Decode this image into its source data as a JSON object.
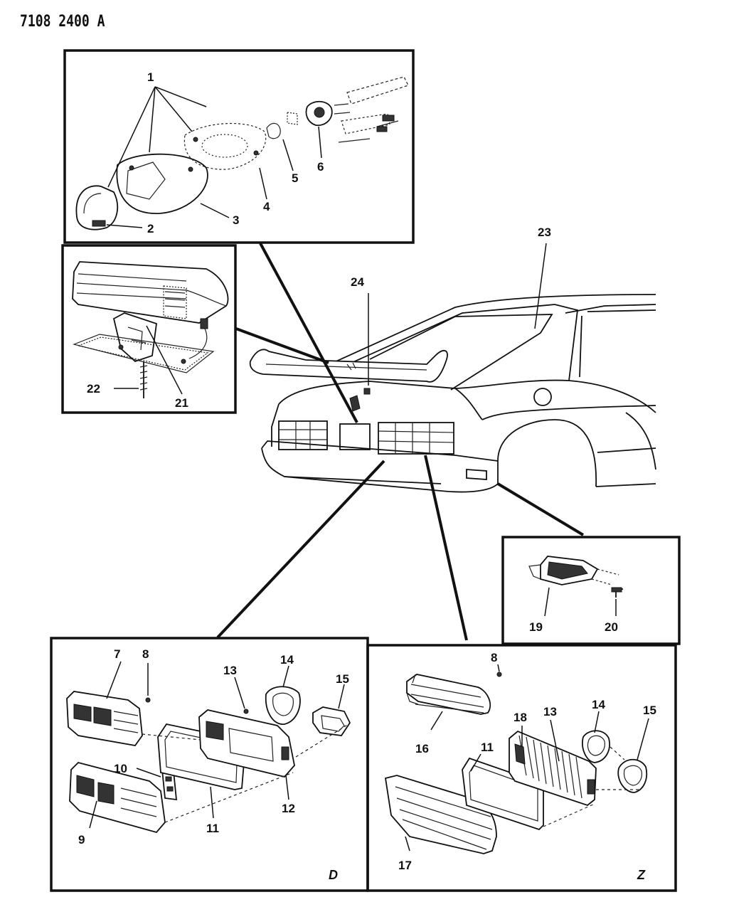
{
  "header": {
    "code": "7108 2400 A"
  },
  "callouts": {
    "c1": "1",
    "c2": "2",
    "c3": "3",
    "c4": "4",
    "c5": "5",
    "c6": "6",
    "c7": "7",
    "c8a": "8",
    "c8b": "8",
    "c9": "9",
    "c10": "10",
    "c11a": "11",
    "c11b": "11",
    "c12": "12",
    "c13a": "13",
    "c13b": "13",
    "c14a": "14",
    "c14b": "14",
    "c15a": "15",
    "c15b": "15",
    "c16": "16",
    "c17": "17",
    "c18": "18",
    "c19": "19",
    "c20": "20",
    "c21": "21",
    "c22": "22",
    "c23": "23",
    "c24": "24"
  },
  "panel_tags": {
    "left": "D",
    "right": "Z"
  }
}
